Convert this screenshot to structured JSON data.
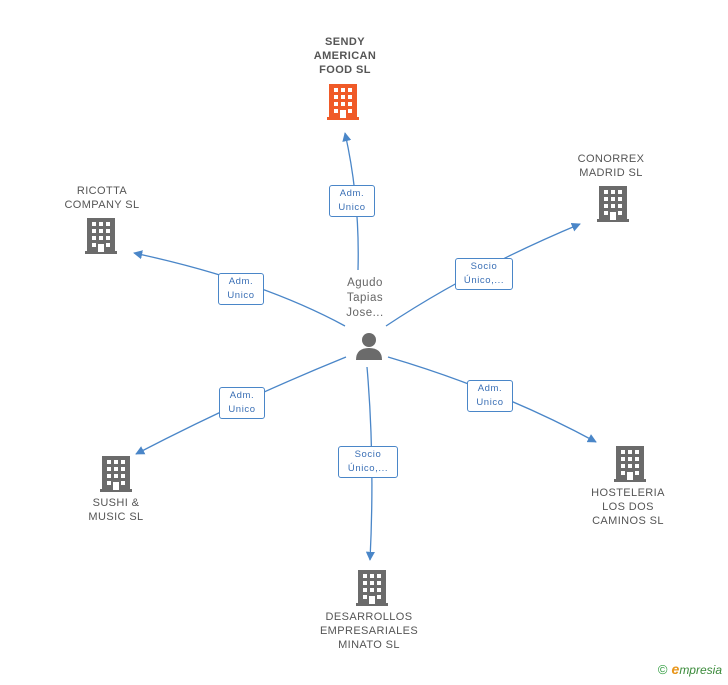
{
  "center": {
    "label": "Agudo\nTapias\nJose..."
  },
  "companies": [
    {
      "id": "sendy",
      "label": "SENDY\nAMERICAN\nFOOD SL",
      "color": "#f05a28",
      "main": true
    },
    {
      "id": "conorrex",
      "label": "CONORREX\nMADRID  SL",
      "color": "#6b6b6b"
    },
    {
      "id": "ricotta",
      "label": "RICOTTA\nCOMPANY SL",
      "color": "#6b6b6b"
    },
    {
      "id": "hosteleria",
      "label": "HOSTELERIA\nLOS DOS\nCAMINOS SL",
      "color": "#6b6b6b"
    },
    {
      "id": "sushi",
      "label": "SUSHI &\nMUSIC SL",
      "color": "#6b6b6b"
    },
    {
      "id": "desarrollos",
      "label": "DESARROLLOS\nEMPRESARIALES\nMINATO  SL",
      "color": "#6b6b6b"
    }
  ],
  "relations": [
    {
      "to": "sendy",
      "label": "Adm.\nUnico"
    },
    {
      "to": "conorrex",
      "label": "Socio\nÚnico,..."
    },
    {
      "to": "ricotta",
      "label": "Adm.\nUnico"
    },
    {
      "to": "hosteleria",
      "label": "Adm.\nUnico"
    },
    {
      "to": "sushi",
      "label": "Adm.\nUnico"
    },
    {
      "to": "desarrollos",
      "label": "Socio\nÚnico,..."
    }
  ],
  "colors": {
    "edge": "#4a86c8",
    "person": "#6b6b6b"
  },
  "footer": {
    "copyright": "©",
    "brand_e": "e",
    "brand_rest": "mpresia"
  }
}
